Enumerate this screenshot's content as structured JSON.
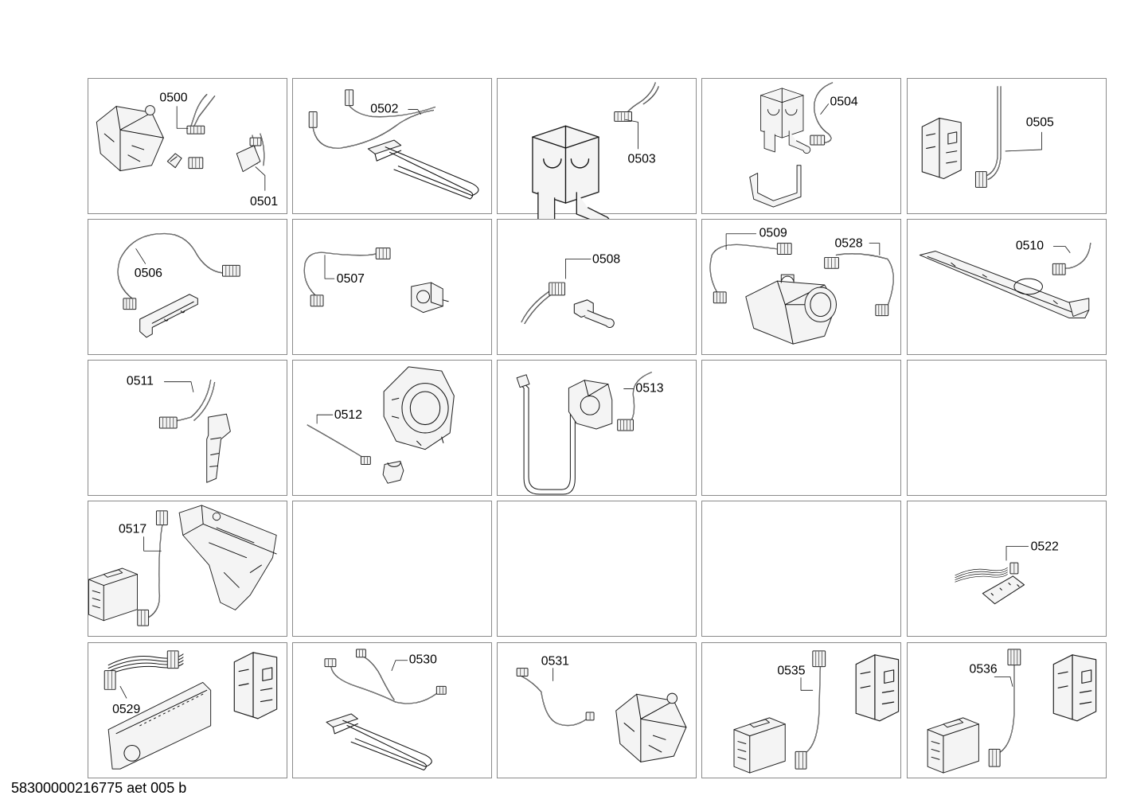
{
  "cells": [
    {
      "id": "r1c1",
      "labels": [
        "0500",
        "0501"
      ],
      "parts": [
        "pump",
        "wire-harness",
        "connector-clip",
        "wire-harness"
      ]
    },
    {
      "id": "r1c2",
      "labels": [
        "0502"
      ],
      "parts": [
        "wire-harness",
        "heating-element"
      ]
    },
    {
      "id": "r1c3",
      "labels": [
        "0503"
      ],
      "parts": [
        "inlet-valve",
        "wire-harness"
      ]
    },
    {
      "id": "r1c4",
      "labels": [
        "0504"
      ],
      "parts": [
        "inlet-valve",
        "wire-harness",
        "bracket"
      ]
    },
    {
      "id": "r1c5",
      "labels": [
        "0505"
      ],
      "parts": [
        "door-lock",
        "wire-harness"
      ]
    },
    {
      "id": "r2c1",
      "labels": [
        "0506"
      ],
      "parts": [
        "wire-harness",
        "sensor-bracket"
      ]
    },
    {
      "id": "r2c2",
      "labels": [
        "0507"
      ],
      "parts": [
        "wire-harness",
        "pressure-switch"
      ]
    },
    {
      "id": "r2c3",
      "labels": [
        "0508"
      ],
      "parts": [
        "wire-harness",
        "sensor"
      ]
    },
    {
      "id": "r2c4",
      "labels": [
        "0509",
        "0528"
      ],
      "parts": [
        "wire-harness",
        "drain-pump",
        "wire-harness"
      ]
    },
    {
      "id": "r2c5",
      "labels": [
        "0510"
      ],
      "parts": [
        "cross-brace",
        "wire-harness"
      ]
    },
    {
      "id": "r3c1",
      "labels": [
        "0511"
      ],
      "parts": [
        "wire-harness",
        "sensor"
      ]
    },
    {
      "id": "r3c2",
      "labels": [
        "0512"
      ],
      "parts": [
        "tub-bearing",
        "wire-harness",
        "sensor"
      ]
    },
    {
      "id": "r3c3",
      "labels": [
        "0513"
      ],
      "parts": [
        "hose",
        "pump-housing",
        "wire-harness"
      ]
    },
    {
      "id": "r3c4",
      "labels": [],
      "parts": []
    },
    {
      "id": "r3c5",
      "labels": [],
      "parts": []
    },
    {
      "id": "r4c1",
      "labels": [
        "0517"
      ],
      "parts": [
        "control-module",
        "wire-harness",
        "detergent-drawer"
      ]
    },
    {
      "id": "r4c2",
      "labels": [],
      "parts": []
    },
    {
      "id": "r4c3",
      "labels": [],
      "parts": []
    },
    {
      "id": "r4c4",
      "labels": [],
      "parts": []
    },
    {
      "id": "r4c5",
      "labels": [
        "0522"
      ],
      "parts": [
        "wire-harness",
        "circuit-board"
      ]
    },
    {
      "id": "r5c1",
      "labels": [
        "0529"
      ],
      "parts": [
        "wire-harness",
        "control-panel",
        "door-lock"
      ]
    },
    {
      "id": "r5c2",
      "labels": [
        "0530"
      ],
      "parts": [
        "wire-harness",
        "heating-element"
      ]
    },
    {
      "id": "r5c3",
      "labels": [
        "0531"
      ],
      "parts": [
        "wire-harness",
        "pump"
      ]
    },
    {
      "id": "r5c4",
      "labels": [
        "0535"
      ],
      "parts": [
        "control-module",
        "wire-harness",
        "door-lock"
      ]
    },
    {
      "id": "r5c5",
      "labels": [
        "0536"
      ],
      "parts": [
        "control-module",
        "wire-harness",
        "door-lock"
      ]
    }
  ],
  "footer": "58300000216775 aet 005 b"
}
